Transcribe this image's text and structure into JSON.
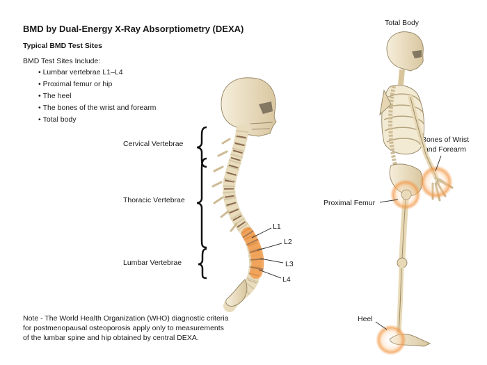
{
  "title": "BMD by Dual-Energy X-Ray Absorptiometry (DEXA)",
  "subtitle": "Typical BMD Test Sites",
  "intro": "BMD Test Sites Include:",
  "test_sites": [
    "Lumbar vertebrae L1–L4",
    "Proximal femur or hip",
    "The heel",
    "The bones of the wrist and forearm",
    "Total body"
  ],
  "note": "Note - The World Health Organization (WHO) diagnostic criteria for postmenopausal osteoporosis apply only to measurements of the lumbar spine and hip obtained by central DEXA.",
  "spine": {
    "regions": [
      "Cervical Vertebrae",
      "Thoracic Vertebrae",
      "Lumbar Vertebrae"
    ],
    "lumbar_labels": [
      "L1",
      "L2",
      "L3",
      "L4"
    ]
  },
  "skeleton": {
    "title": "Total Body",
    "wrist_label_1": "Bones of Wrist",
    "wrist_label_2": "and Forearm",
    "femur_label": "Proximal Femur",
    "heel_label": "Heel"
  },
  "colors": {
    "bone": "#efe3c8",
    "bone_stroke": "#9a8a6a",
    "disc": "#8a6a4e",
    "highlight": "#f29a4a"
  }
}
